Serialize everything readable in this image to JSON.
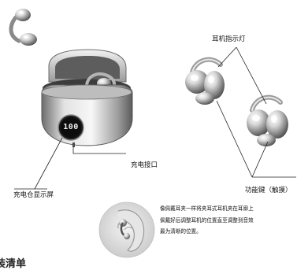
{
  "callouts": {
    "indicator_light": "耳机指示灯",
    "charging_port": "充电接口",
    "case_display": "充电仓显示屏",
    "function_key": "功能键（触摸）"
  },
  "case": {
    "display_value": "100"
  },
  "wearing_note": {
    "lines": [
      "像佩戴耳夹一样将夹耳式耳机夹在耳廓上",
      "佩戴好后调整耳机的位置直至调整到音效",
      "最为清晰的位置。"
    ]
  },
  "section_title": "装清单"
}
